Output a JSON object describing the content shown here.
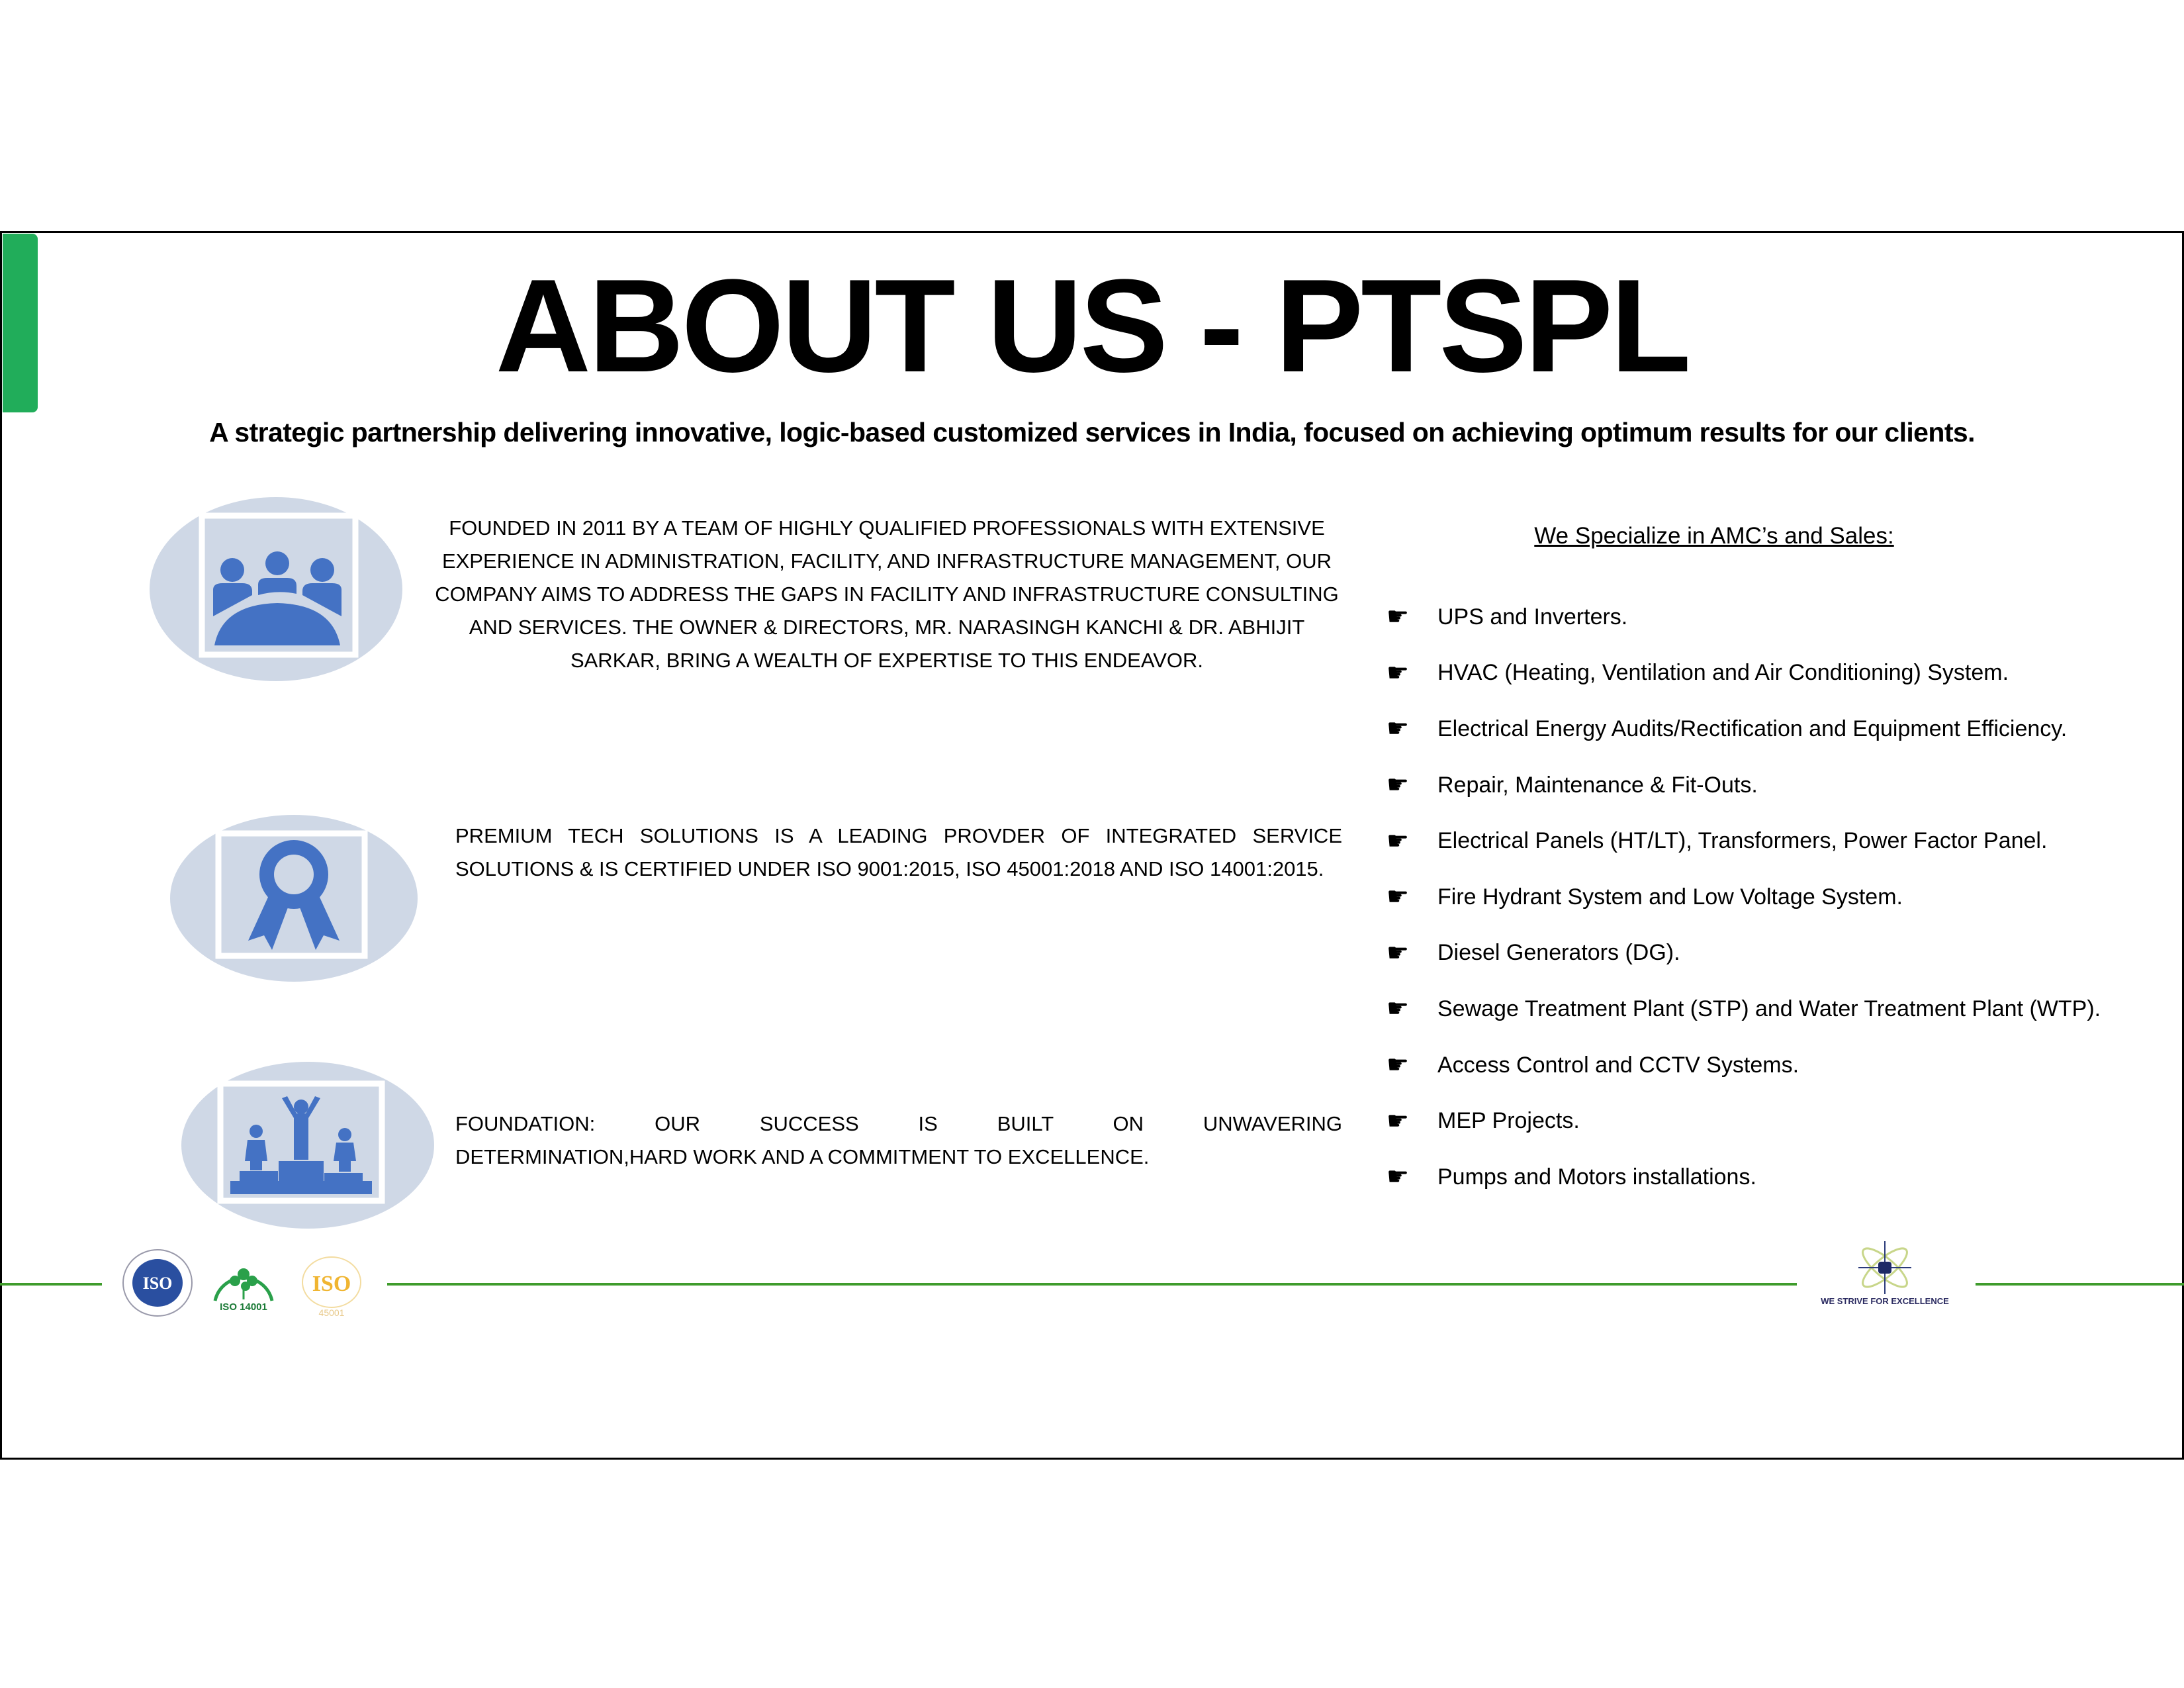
{
  "title": "ABOUT US - PTSPL",
  "subtitle": "A strategic partnership delivering innovative, logic-based customized services in India, focused on achieving optimum results for our clients.",
  "sections": [
    {
      "icon": "meeting-people-icon",
      "text": "FOUNDED IN 2011 BY A TEAM OF HIGHLY QUALIFIED PROFESSIONALS WITH EXTENSIVE EXPERIENCE IN ADMINISTRATION, FACILITY, AND INFRASTRUCTURE MANAGEMENT, OUR COMPANY AIMS TO ADDRESS THE GAPS IN FACILITY AND INFRASTRUCTURE CONSULTING AND SERVICES. THE OWNER & DIRECTORS, MR. NARASINGH KANCHI & DR. ABHIJIT SARKAR, BRING A WEALTH OF EXPERTISE TO THIS ENDEAVOR."
    },
    {
      "icon": "award-ribbon-icon",
      "text": "PREMIUM TECH SOLUTIONS IS A LEADING PROVDER OF INTEGRATED SERVICE SOLUTIONS & IS CERTIFIED UNDER ISO 9001:2015, ISO 45001:2018 AND ISO 14001:2015."
    },
    {
      "icon": "podium-winners-icon",
      "text_line1": "FOUNDATION: OUR SUCCESS IS BUILT ON UNWAVERING",
      "text_line2": "DETERMINATION,HARD WORK AND A COMMITMENT TO EXCELLENCE."
    }
  ],
  "specialize": {
    "heading": "We Specialize in AMC’s and Sales:",
    "bullet_icon": "pointing-hand-icon",
    "bullet": "☛",
    "items": [
      "UPS and Inverters.",
      "HVAC (Heating, Ventilation and Air Conditioning) System.",
      "Electrical Energy Audits/Rectification and Equipment Efficiency.",
      "Repair, Maintenance & Fit-Outs.",
      "Electrical Panels (HT/LT), Transformers, Power Factor Panel.",
      "Fire Hydrant System and Low Voltage System.",
      "Diesel Generators (DG).",
      "Sewage Treatment Plant (STP) and Water Treatment Plant (WTP).",
      "Access Control and CCTV Systems.",
      "MEP Projects.",
      "Pumps and Motors installations."
    ]
  },
  "footer": {
    "logos": [
      {
        "name": "iso-certified-company-logo",
        "text": "ISO"
      },
      {
        "name": "iso-14001-logo",
        "text": "ISO 14001"
      },
      {
        "name": "iso-45001-logo",
        "text": "ISO",
        "sub": "45001"
      }
    ],
    "brand_tagline": "WE STRIVE FOR EXCELLENCE"
  },
  "colors": {
    "accent_green": "#21ad5a",
    "line_green": "#3f9c2c",
    "icon_blue": "#4472c4",
    "icon_bg": "#cfd8e6"
  }
}
